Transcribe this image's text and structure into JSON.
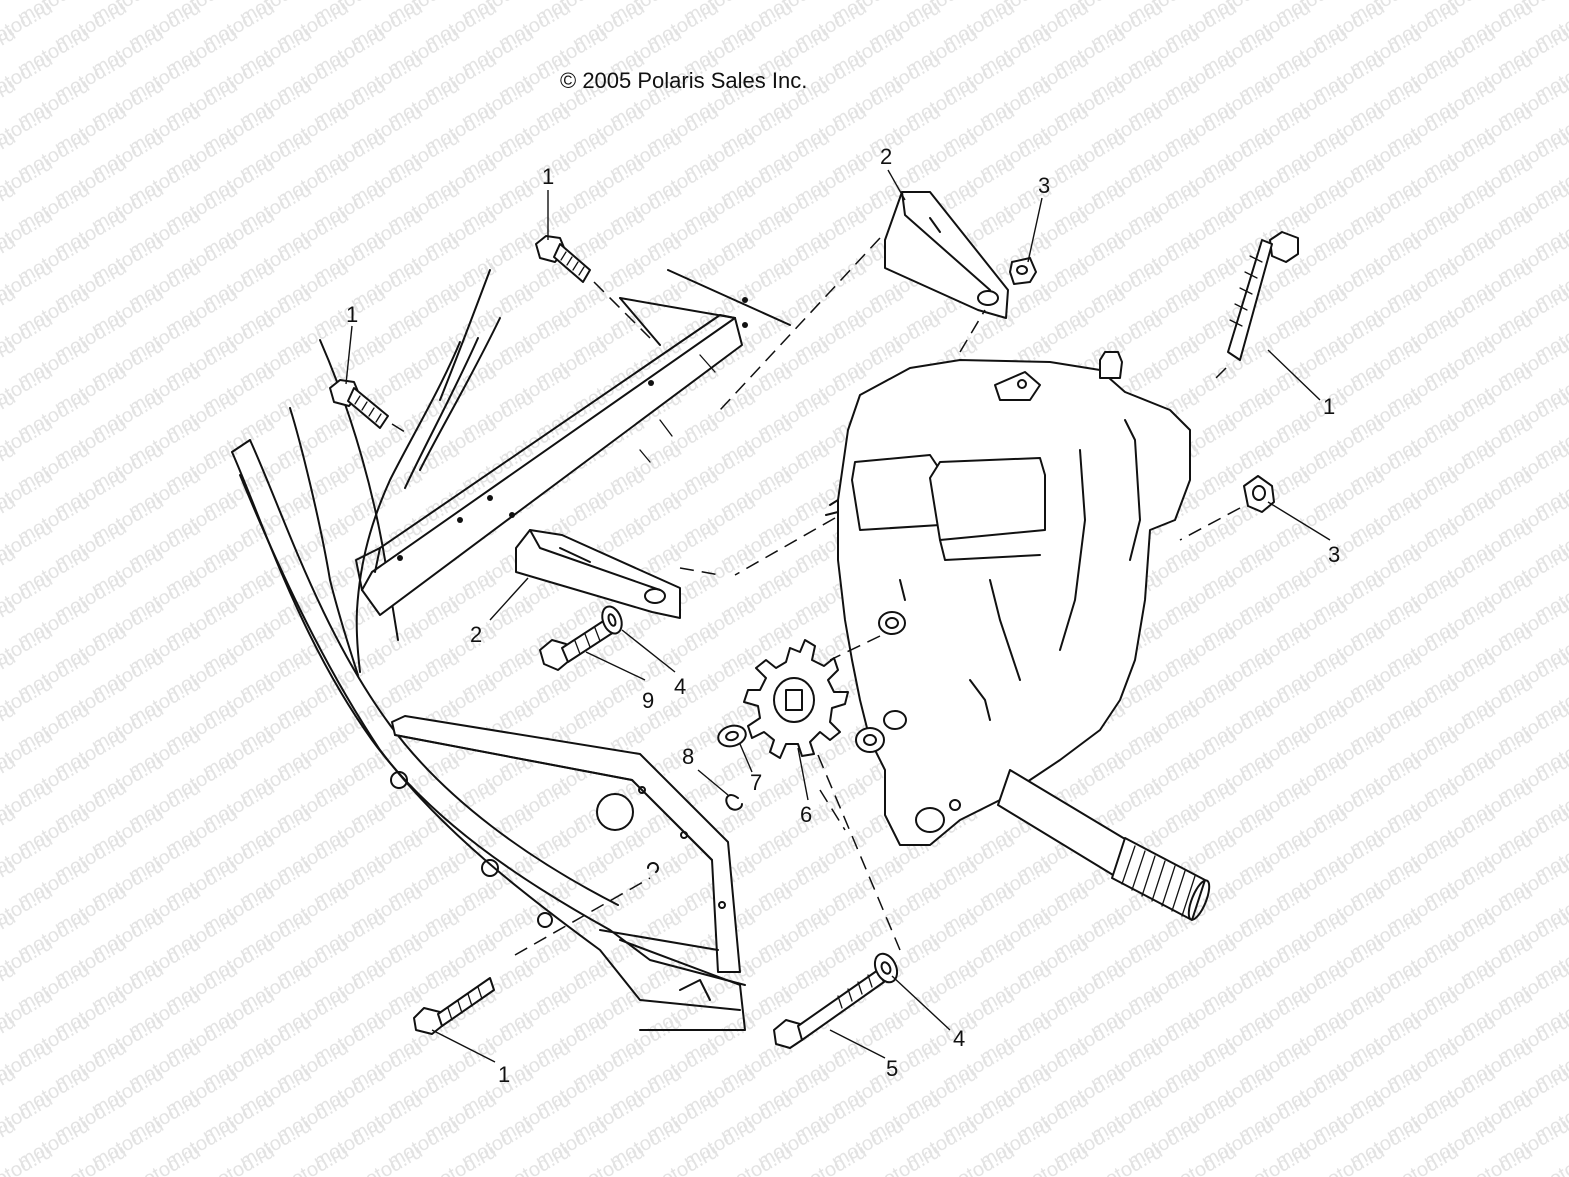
{
  "header": {
    "copyright": "© 2005 Polaris Sales Inc."
  },
  "watermark": {
    "text": "motod.ru",
    "color": "#e3e3e3"
  },
  "callouts": {
    "bolt_top": "1",
    "bolt_upper_left": "1",
    "bolt_right": "1",
    "bolt_bottom_left": "1",
    "bracket_upper": "2",
    "bracket_lower": "2",
    "nut_top": "3",
    "nut_right": "3",
    "washer_left": "4",
    "washer_bottom": "4",
    "bolt_long": "5",
    "sprocket": "6",
    "washer_small": "7",
    "clip": "8",
    "bolt_flanged": "9"
  },
  "icons": {
    "gearcase": "gearcase-housing-icon",
    "frame": "chassis-frame-icon",
    "sprocket": "sprocket-icon"
  }
}
